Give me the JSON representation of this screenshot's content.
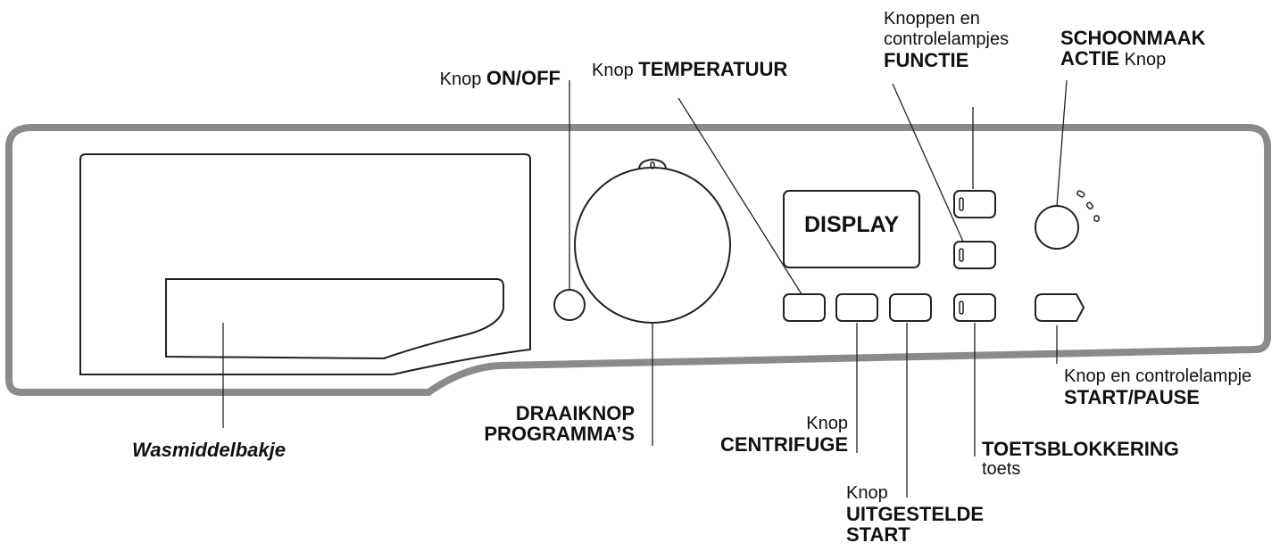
{
  "labels": {
    "onoff": {
      "prefix": "Knop",
      "name": "ON/OFF"
    },
    "temperatuur": {
      "prefix": "Knop",
      "name": "TEMPERATUUR"
    },
    "functie": {
      "line1": "Knoppen en",
      "line2": "controlelampjes",
      "name": "FUNCTIE"
    },
    "schoonmaak": {
      "name1": "SCHOONMAAK",
      "name2": "ACTIE",
      "suffix": "Knop"
    },
    "display": "DISPLAY",
    "startpause": {
      "line1": "Knop en controlelampje",
      "name": "START/PAUSE"
    },
    "toetsblokkering": {
      "name": "TOETSBLOKKERING",
      "suffix": "toets"
    },
    "centrifuge": {
      "prefix": "Knop",
      "name": "CENTRIFUGE"
    },
    "draaiknop": {
      "name1": "DRAAIKNOP",
      "name2": "PROGRAMMA’S"
    },
    "uitgestelde": {
      "prefix": "Knop",
      "name1": "UITGESTELDE",
      "name2": "START"
    },
    "wasmiddelbakje": "Wasmiddelbakje"
  },
  "colors": {
    "panel_outline": "#8a8a8a",
    "line": "#222222"
  }
}
